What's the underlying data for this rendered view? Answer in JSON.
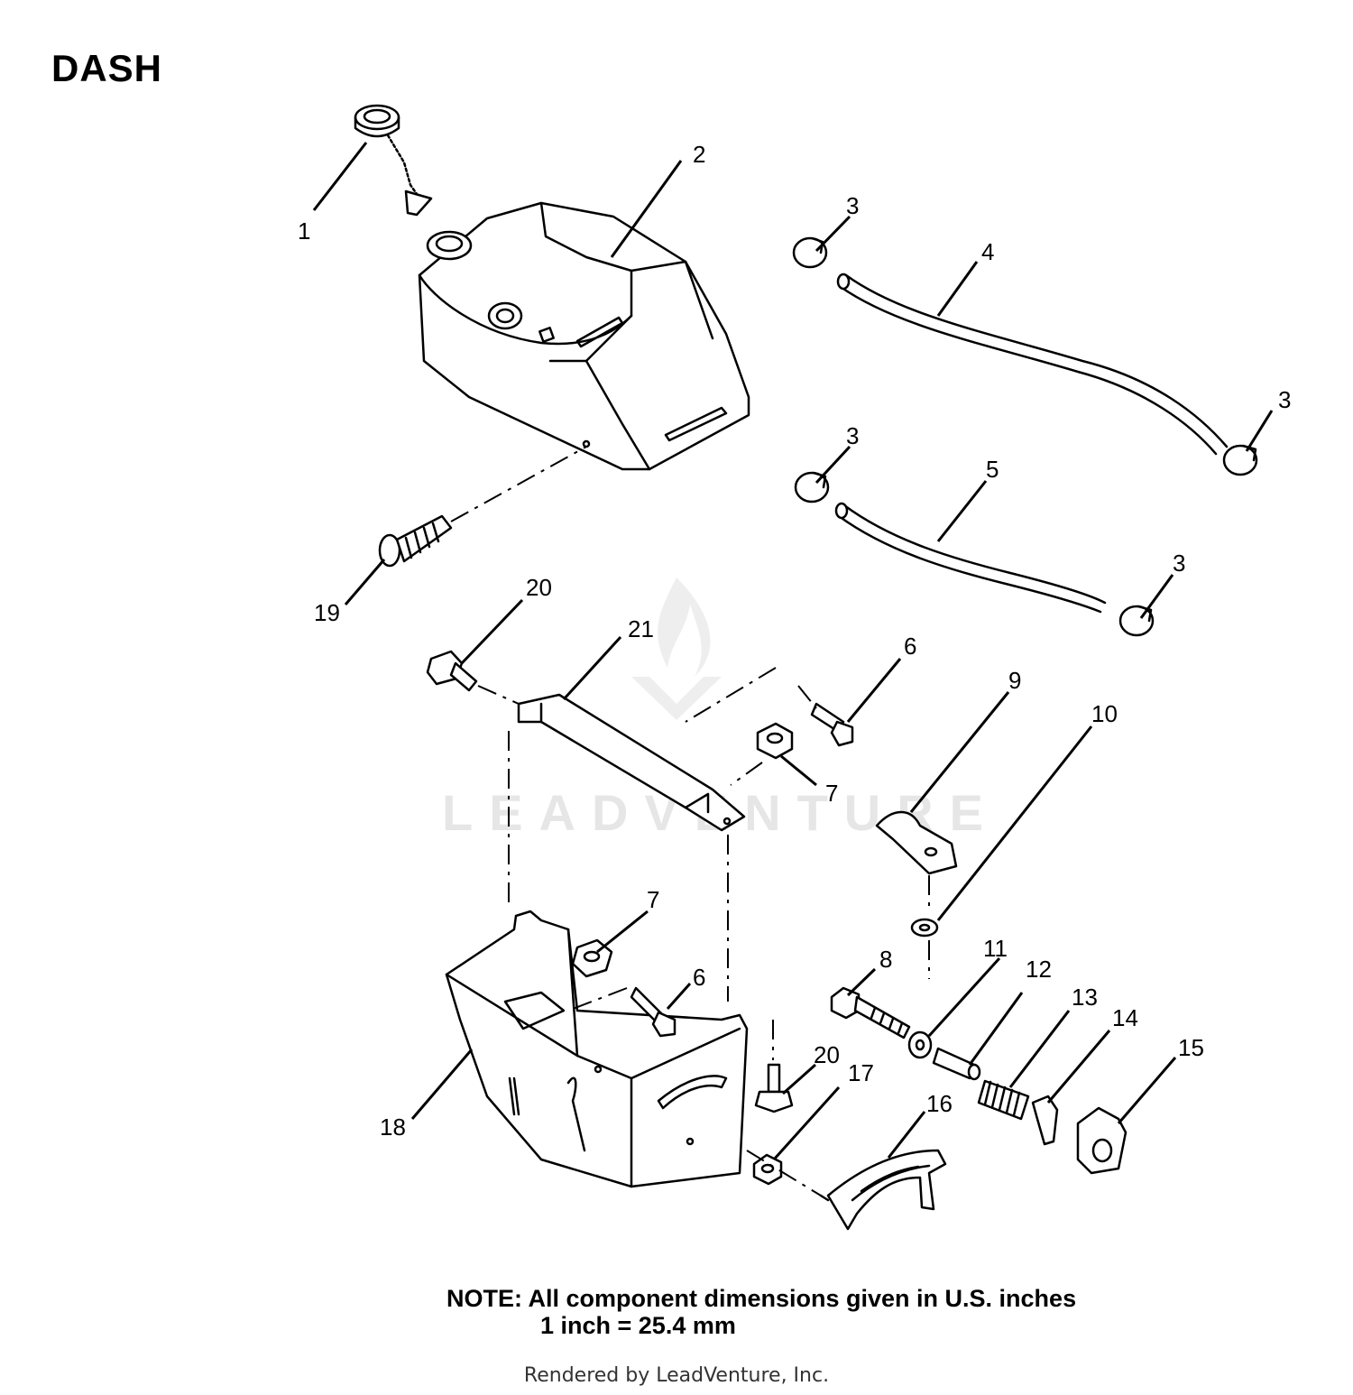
{
  "title": "DASH",
  "note": {
    "line1": "NOTE:  All component dimensions given in U.S. inches",
    "line2": "1 inch = 25.4 mm"
  },
  "credit": "Rendered by LeadVenture, Inc.",
  "watermark": "LEADVENTURE",
  "callouts": [
    "1",
    "2",
    "3",
    "3",
    "3",
    "3",
    "4",
    "5",
    "19",
    "20",
    "21",
    "6",
    "9",
    "10",
    "7",
    "7",
    "6",
    "8",
    "11",
    "12",
    "13",
    "14",
    "15",
    "20",
    "17",
    "16",
    "18"
  ]
}
